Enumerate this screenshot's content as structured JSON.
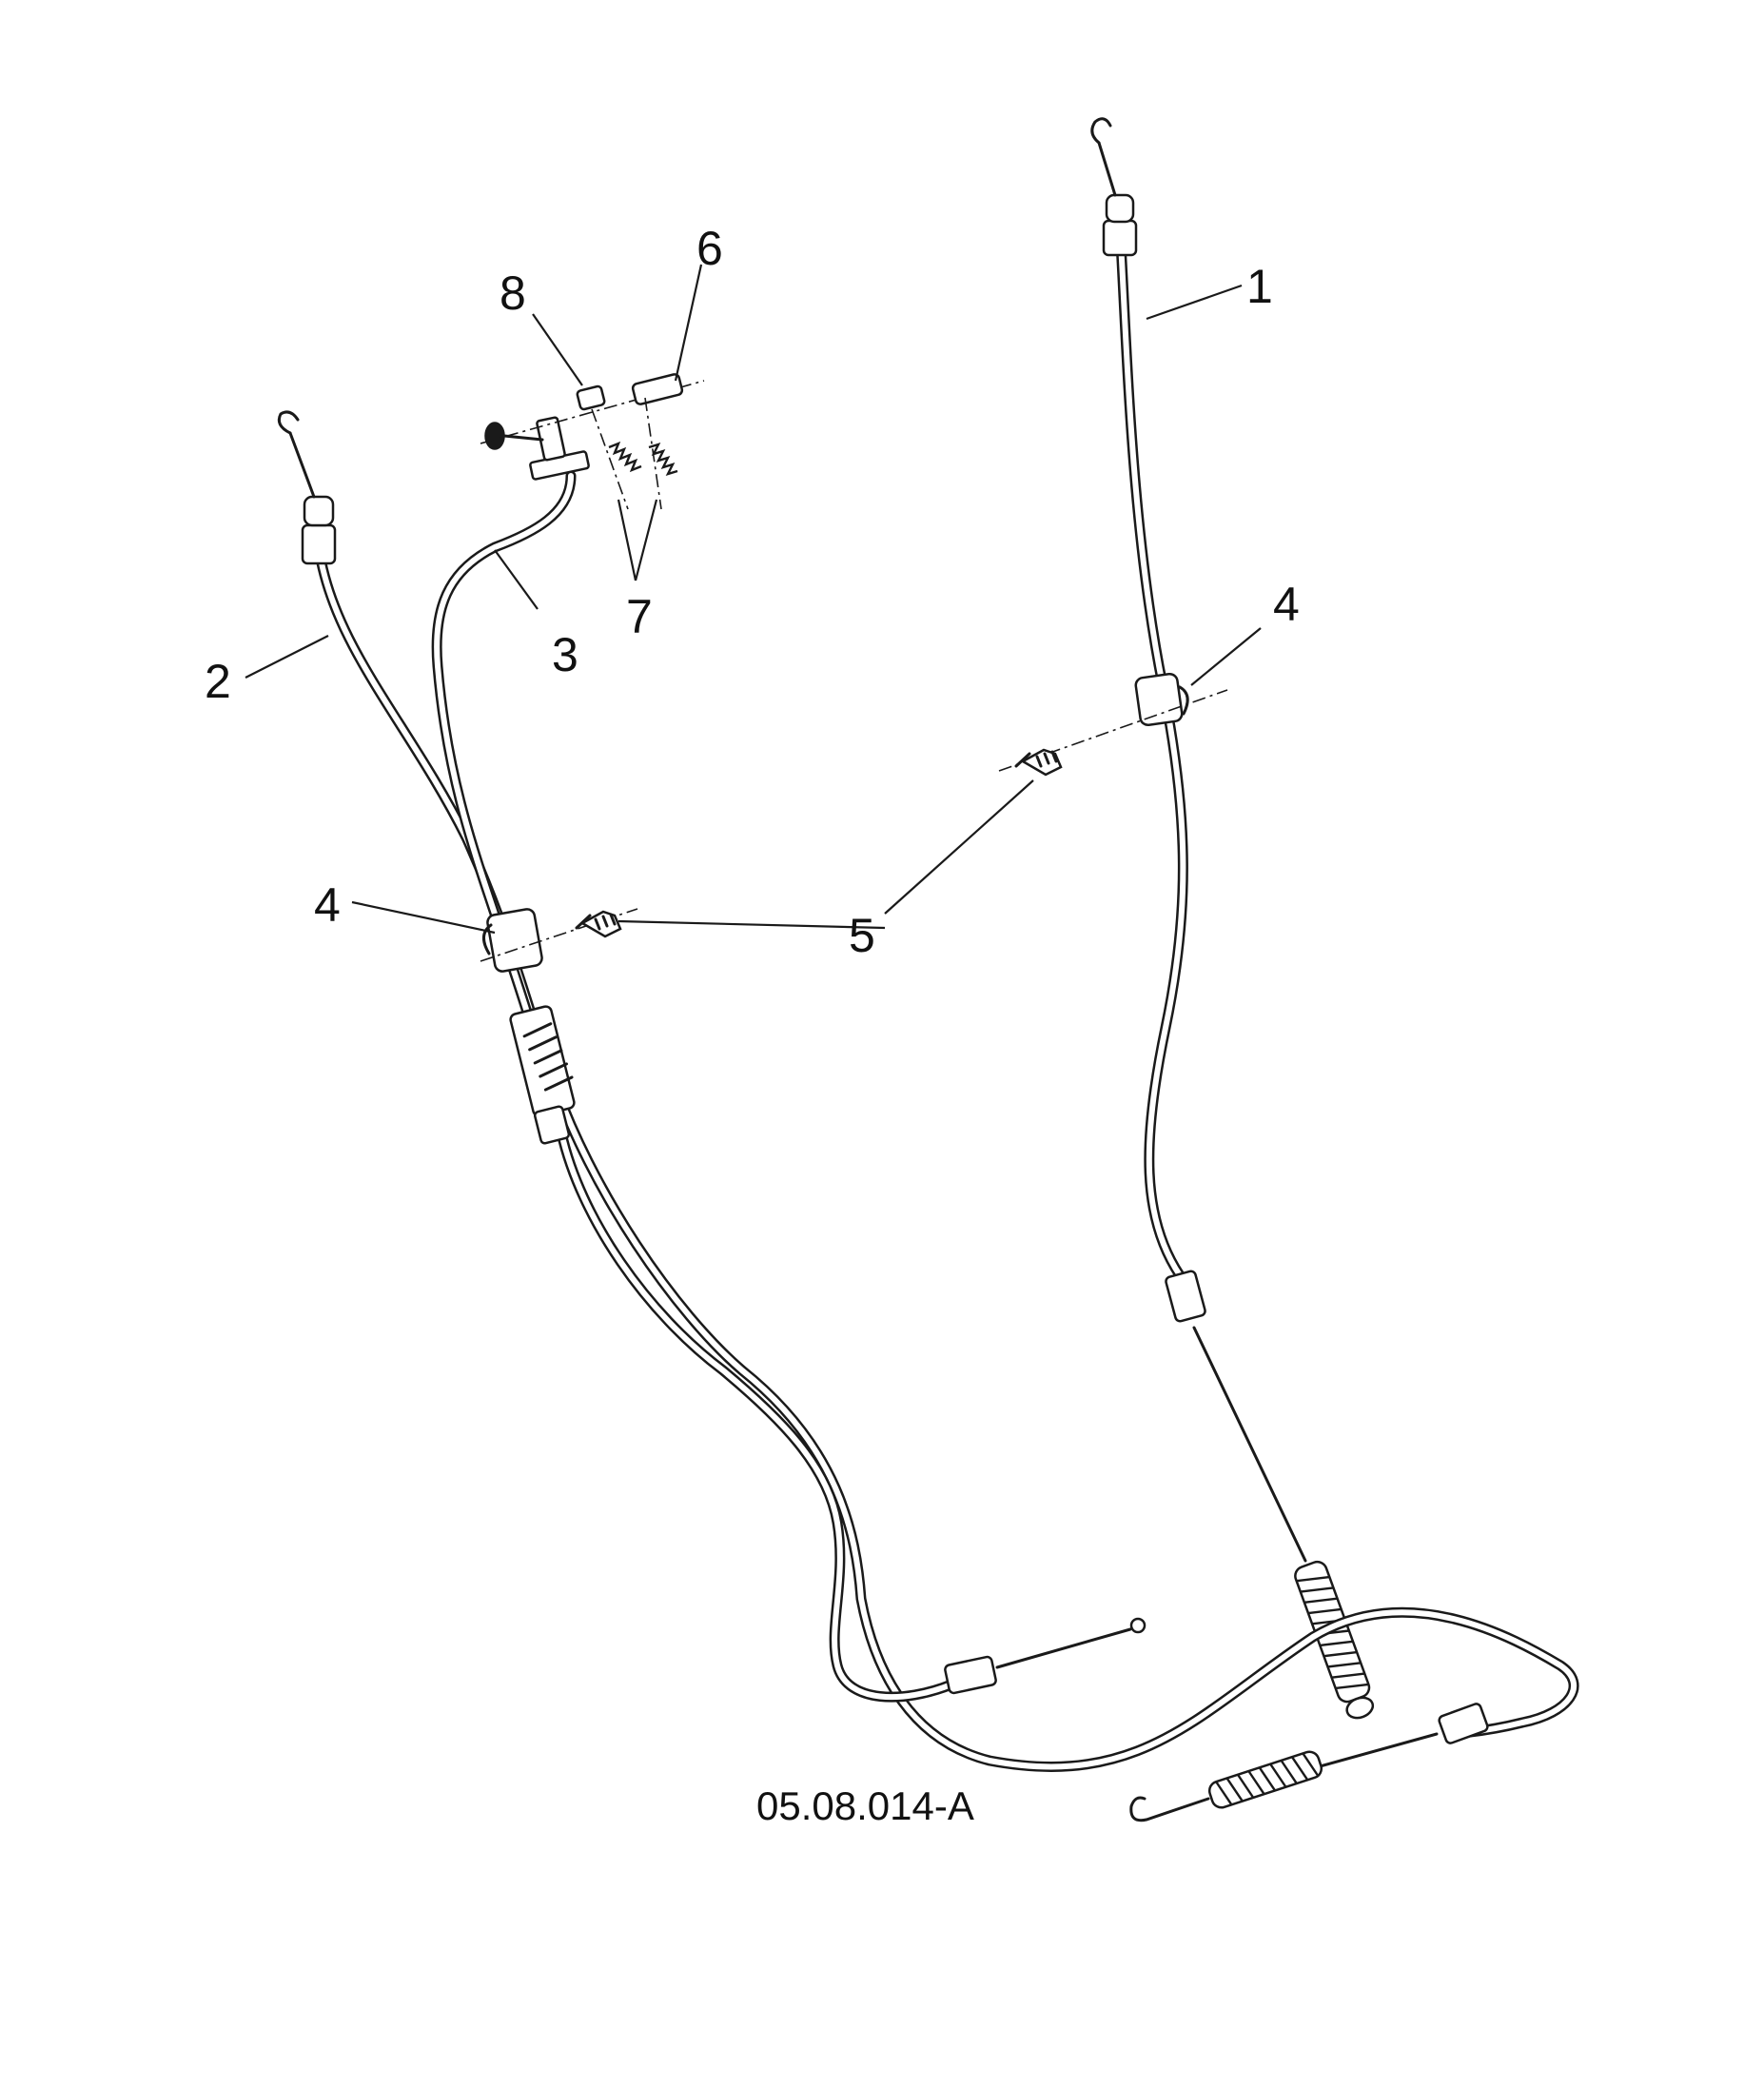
{
  "callouts": {
    "c1": "1",
    "c2": "2",
    "c3": "3",
    "c4_right": "4",
    "c4_left": "4",
    "c5": "5",
    "c6": "6",
    "c7": "7",
    "c8": "8"
  },
  "figure_code": "05.08.014-A",
  "parts": [
    {
      "callout": "1",
      "icon": "cable-icon"
    },
    {
      "callout": "2",
      "icon": "cable-icon"
    },
    {
      "callout": "3",
      "icon": "cable-icon"
    },
    {
      "callout": "4",
      "icon": "cable-clip-icon"
    },
    {
      "callout": "5",
      "icon": "push-rivet-icon"
    },
    {
      "callout": "6",
      "icon": "bushing-icon"
    },
    {
      "callout": "7",
      "icon": "spring-icon"
    },
    {
      "callout": "8",
      "icon": "bushing-icon"
    }
  ],
  "colors": {
    "ink": "#1a1a1a",
    "background": "#ffffff"
  }
}
